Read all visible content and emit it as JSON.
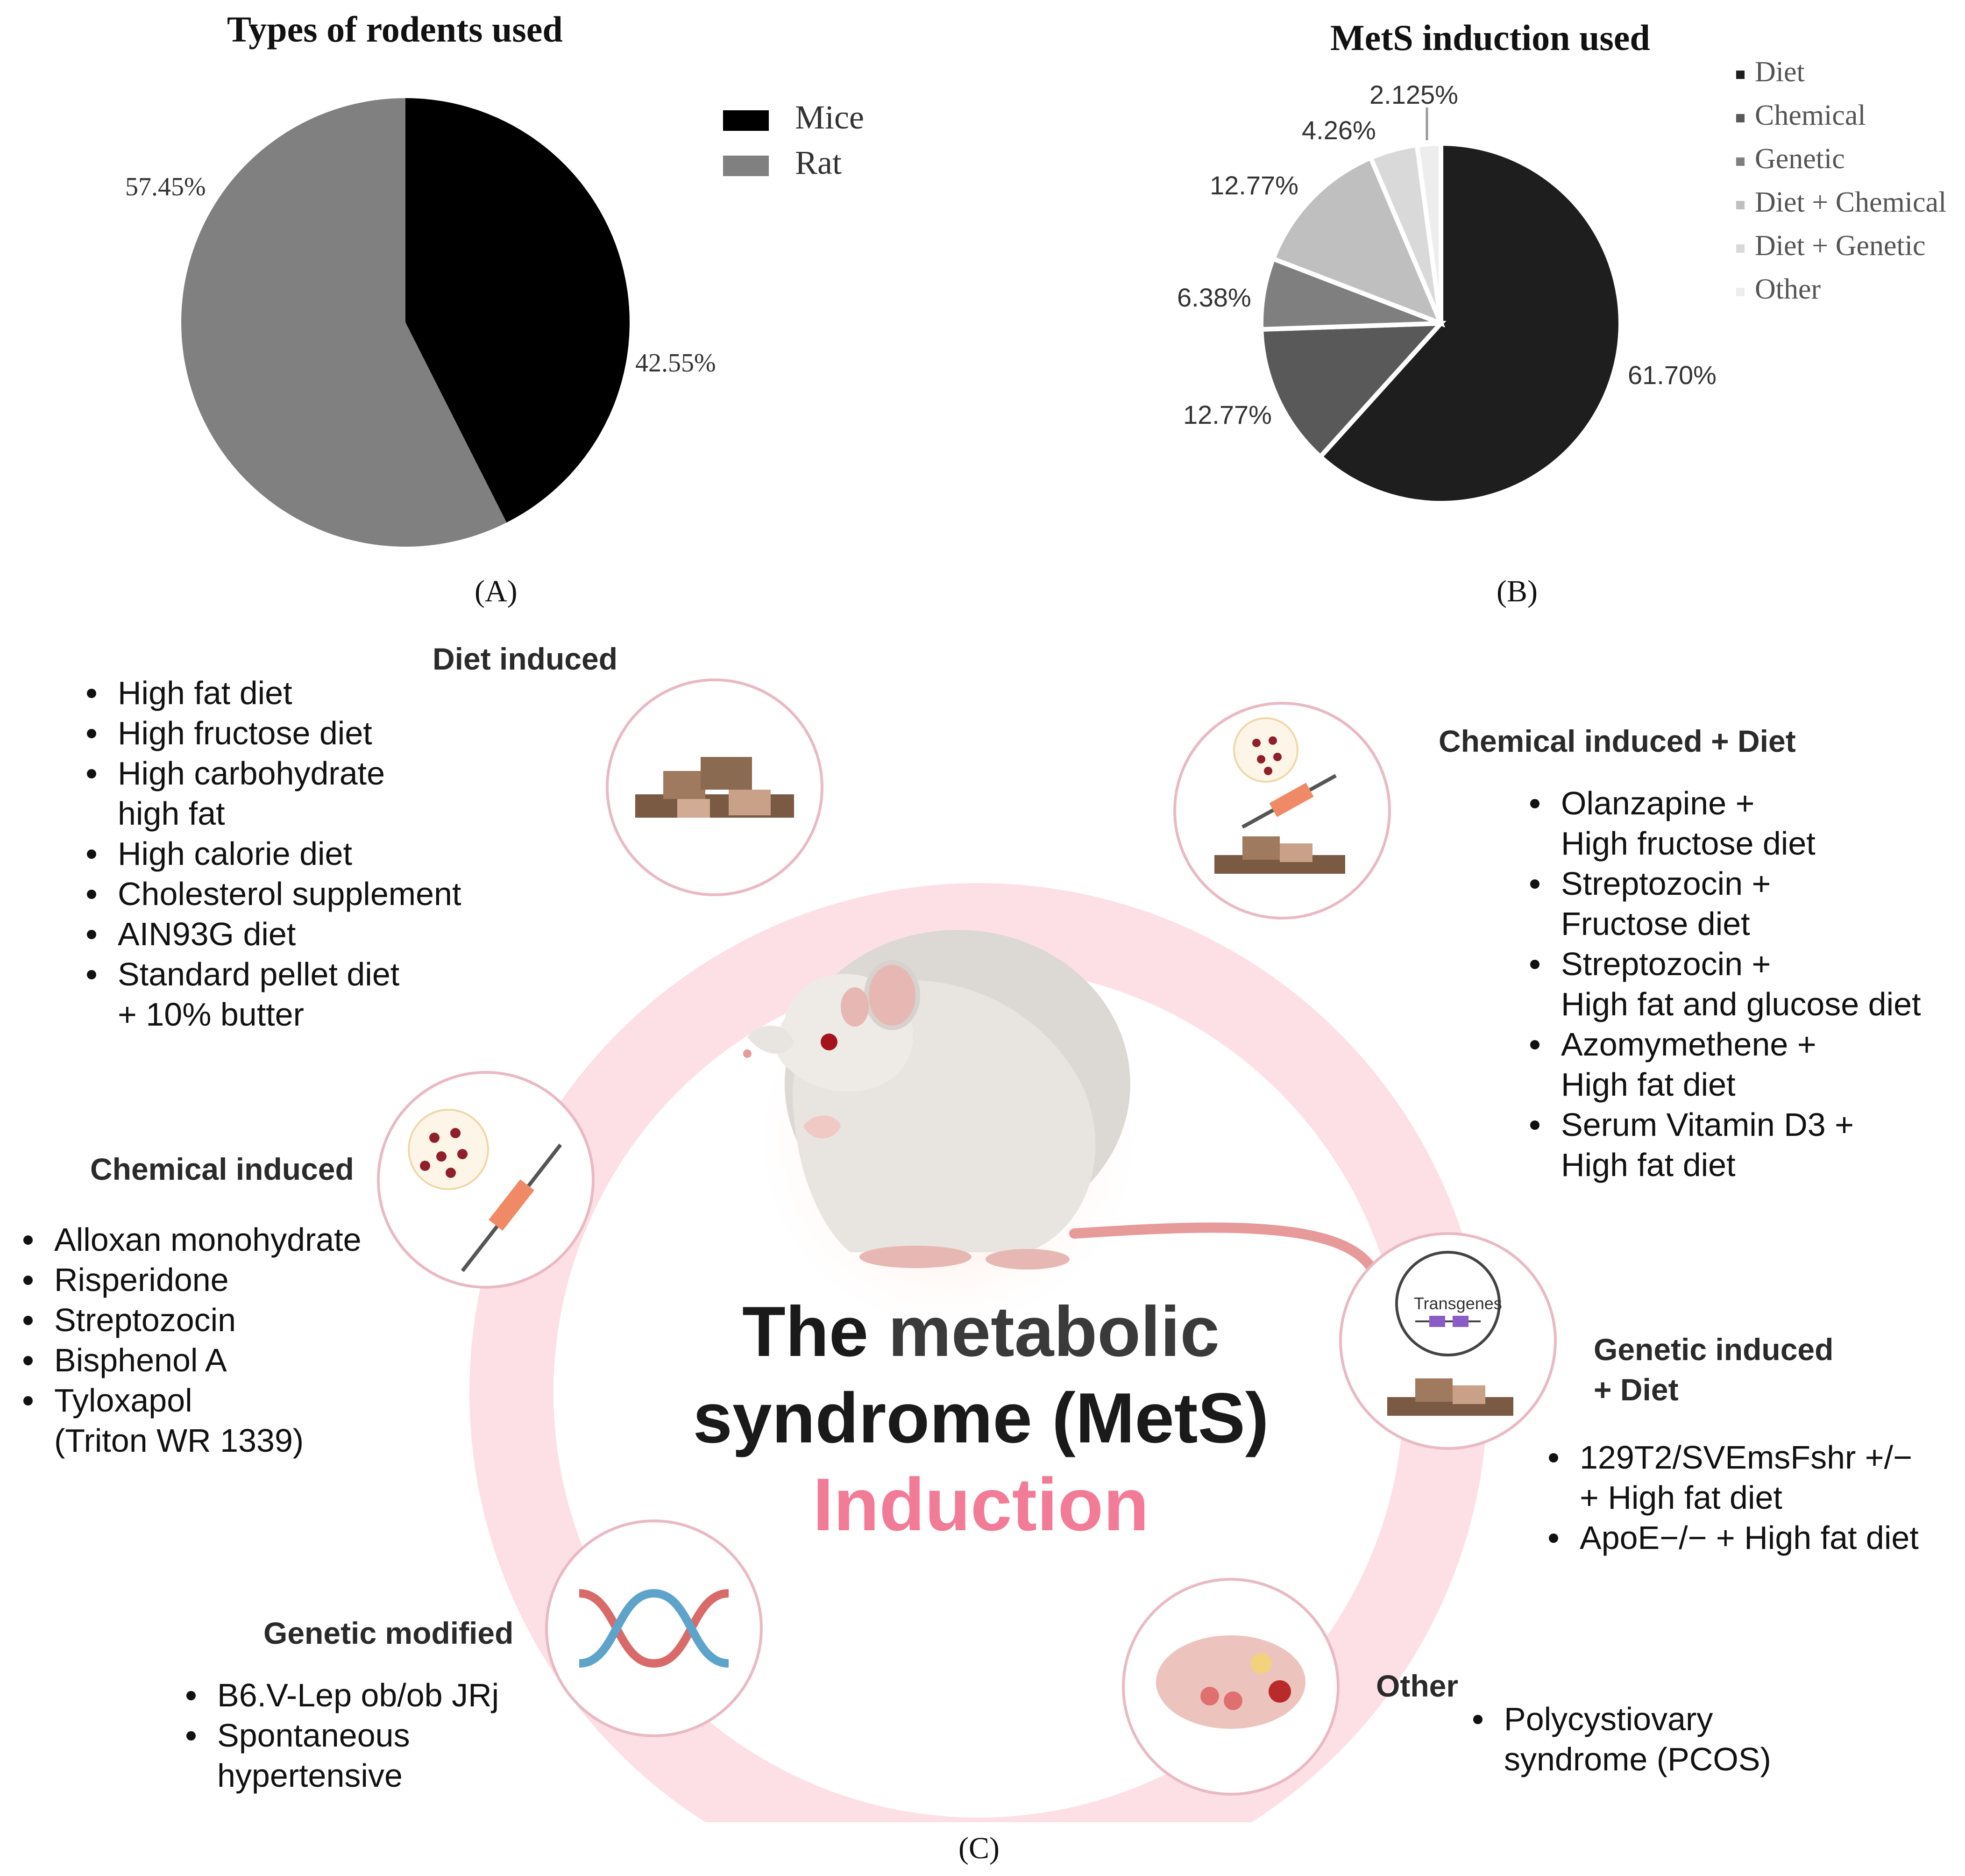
{
  "chart_data": [
    {
      "type": "pie",
      "title": "Types of rodents used",
      "categories": [
        "Mice",
        "Rat"
      ],
      "values": [
        42.55,
        57.45
      ],
      "labels": [
        "42.55%",
        "57.45%"
      ],
      "colors": [
        "#000000",
        "#808080"
      ],
      "legend_position": "right",
      "panel_label": "(A)"
    },
    {
      "type": "pie",
      "title": "MetS induction used",
      "categories": [
        "Diet",
        "Chemical",
        "Genetic",
        "Diet + Chemical",
        "Diet + Genetic",
        "Other"
      ],
      "values": [
        61.7,
        12.77,
        6.38,
        12.77,
        4.26,
        2.125
      ],
      "labels": [
        "61.70%",
        "12.77%",
        "6.38%",
        "12.77%",
        "4.26%",
        "2.125%"
      ],
      "colors": [
        "#1e1e1e",
        "#595959",
        "#7f7f7f",
        "#bfbfbf",
        "#d9d9d9",
        "#ededed"
      ],
      "legend_position": "right",
      "panel_label": "(B)"
    }
  ],
  "panel_c": {
    "label": "(C)",
    "center": {
      "line1_a": "The",
      "line1_b": "metabolic",
      "line2": "syndrome (MetS)",
      "line3": "Induction"
    },
    "colors": {
      "ring": "#fde0e5",
      "accent": "#f27c97",
      "circle_border": "#e9b9c4"
    },
    "transgene_label": "Transgenes",
    "diet": {
      "title": "Diet induced",
      "items": [
        "High fat diet",
        "High fructose diet",
        "High carbohydrate",
        "high fat",
        "High calorie diet",
        "Cholesterol supplement",
        "AIN93G diet",
        "Standard pellet diet",
        "+ 10% butter"
      ]
    },
    "chem_diet": {
      "title": "Chemical induced + Diet",
      "items": [
        "Olanzapine +",
        "High fructose diet",
        "Streptozocin +",
        "Fructose diet",
        "Streptozocin  +",
        "High fat and glucose diet",
        "Azomymethene +",
        "High fat diet",
        "Serum Vitamin D3 +",
        "High fat diet"
      ]
    },
    "chemical": {
      "title": "Chemical induced",
      "items": [
        "Alloxan monohydrate",
        "Risperidone",
        "Streptozocin",
        "Bisphenol A",
        "Tyloxapol",
        "(Triton WR 1339)"
      ]
    },
    "gen_diet": {
      "title_1": "Genetic induced",
      "title_2": "+ Diet",
      "items": [
        "129T2/SVEmsFshr +/−",
        "+ High fat diet",
        "ApoE−/− + High fat diet"
      ]
    },
    "gen_mod": {
      "title": "Genetic modified",
      "items": [
        "B6.V-Lep ob/ob JRj",
        "Spontaneous",
        "hypertensive"
      ]
    },
    "other": {
      "title": "Other",
      "items": [
        "Polycystiovary",
        "syndrome (PCOS)"
      ]
    }
  }
}
